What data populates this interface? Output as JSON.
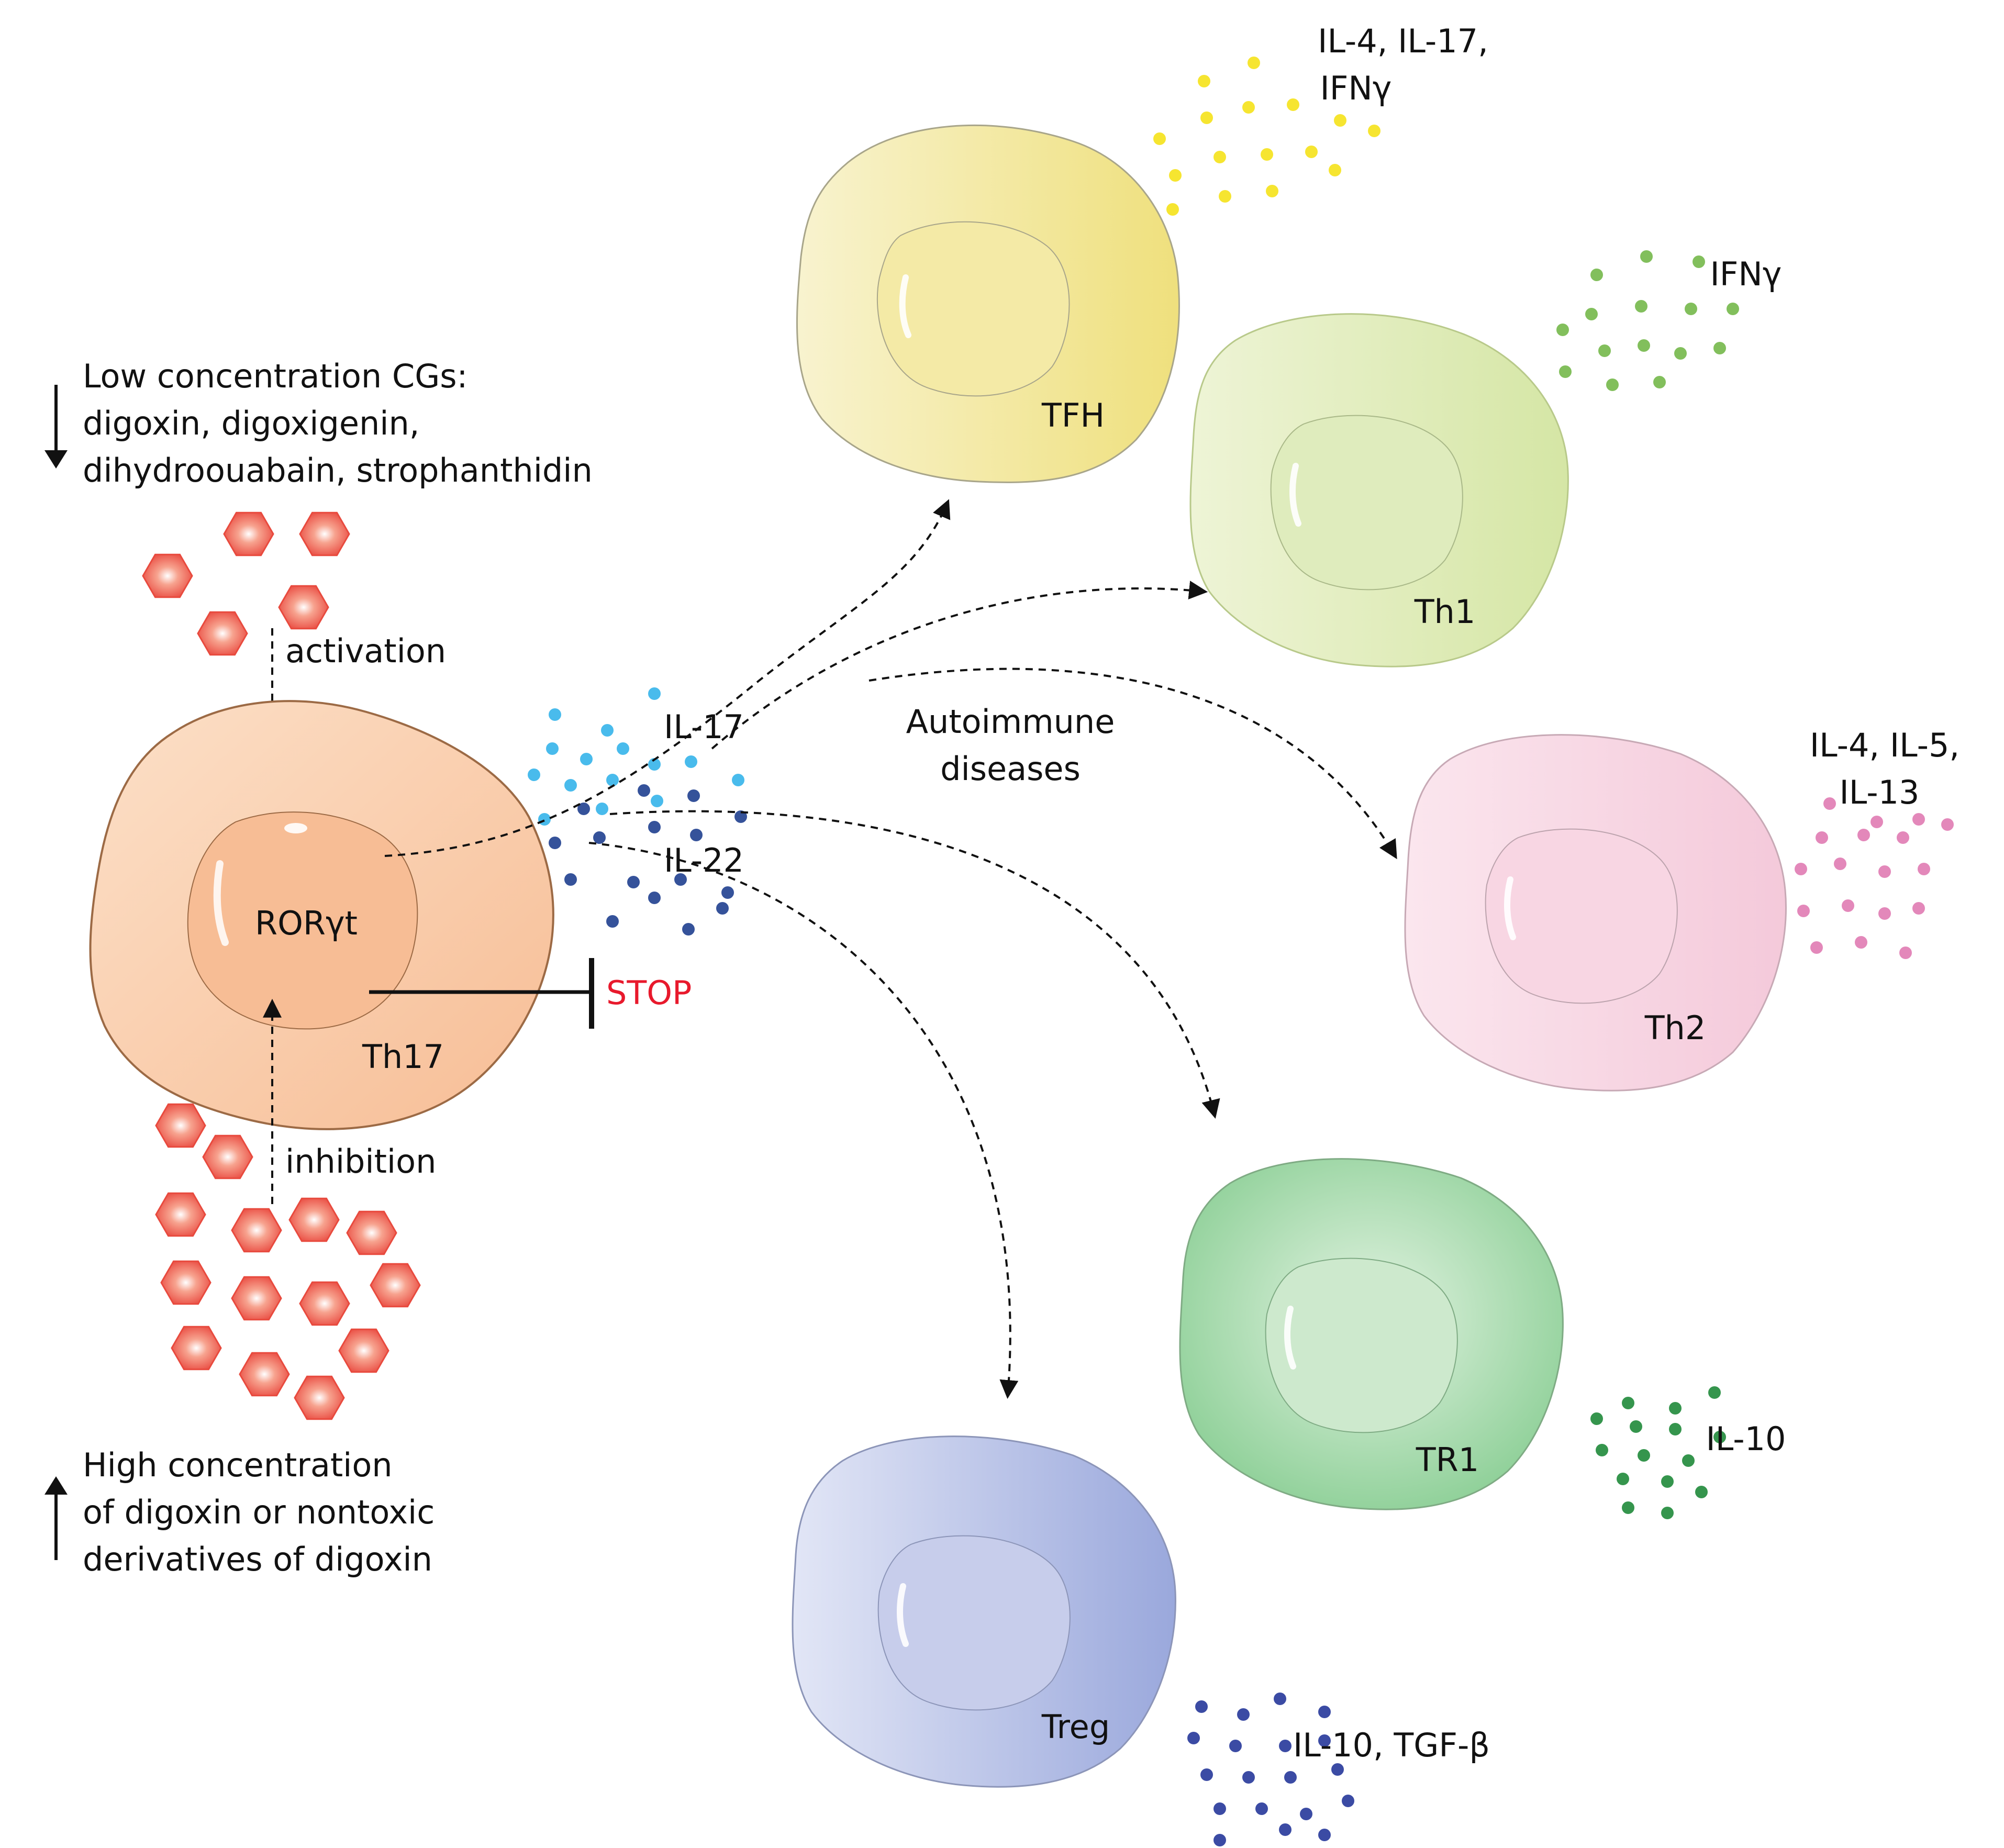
{
  "texts": {
    "low_line1": "Low concentration CGs:",
    "low_line2": "digoxin, digoxigenin,",
    "low_line3": "dihydroouabain, strophanthidin",
    "activation": "activation",
    "inhibition": "inhibition",
    "high_line1": "High concentration",
    "high_line2": "of digoxin or nontoxic",
    "high_line3": "derivatives of digoxin",
    "autoimmune_line1": "Autoimmune",
    "autoimmune_line2": "diseases",
    "stop": "STOP",
    "il17": "IL-17",
    "il22": "IL-22",
    "rorgt": "RORγt"
  },
  "cells": [
    {
      "id": "th17",
      "label": "Th17",
      "color": "#f9c9a4"
    },
    {
      "id": "tfh",
      "label": "TFH",
      "color": "#f4ecaa",
      "cytokines": [
        "IL-4, IL-17,",
        "IFNγ"
      ],
      "dot_color": "#f5e21a"
    },
    {
      "id": "th1",
      "label": "Th1",
      "color": "#dfecbd",
      "cytokines": [
        "IFNγ"
      ],
      "dot_color": "#74b84a"
    },
    {
      "id": "th2",
      "label": "Th2",
      "color": "#f8d6e3",
      "cytokines": [
        "IL-4, IL-5,",
        "IL-13"
      ],
      "dot_color": "#e07bb3"
    },
    {
      "id": "tr1",
      "label": "TR1",
      "color": "#b5dfb8",
      "cytokines": [
        "IL-10"
      ],
      "dot_color": "#1f8a3a"
    },
    {
      "id": "treg",
      "label": "Treg",
      "color": "#b9c2e6",
      "cytokines": [
        "IL-10, TGF-β"
      ],
      "dot_color": "#26379a"
    }
  ],
  "colors": {
    "hexagon": "#e84a3e",
    "stop_text": "#e8192c",
    "il17_dot": "#35b4ea",
    "il22_dot": "#1f3f8f"
  },
  "icons": [
    "hexagon-molecule-icon",
    "down-arrow-icon",
    "up-arrow-icon",
    "inhibition-bar-icon"
  ]
}
